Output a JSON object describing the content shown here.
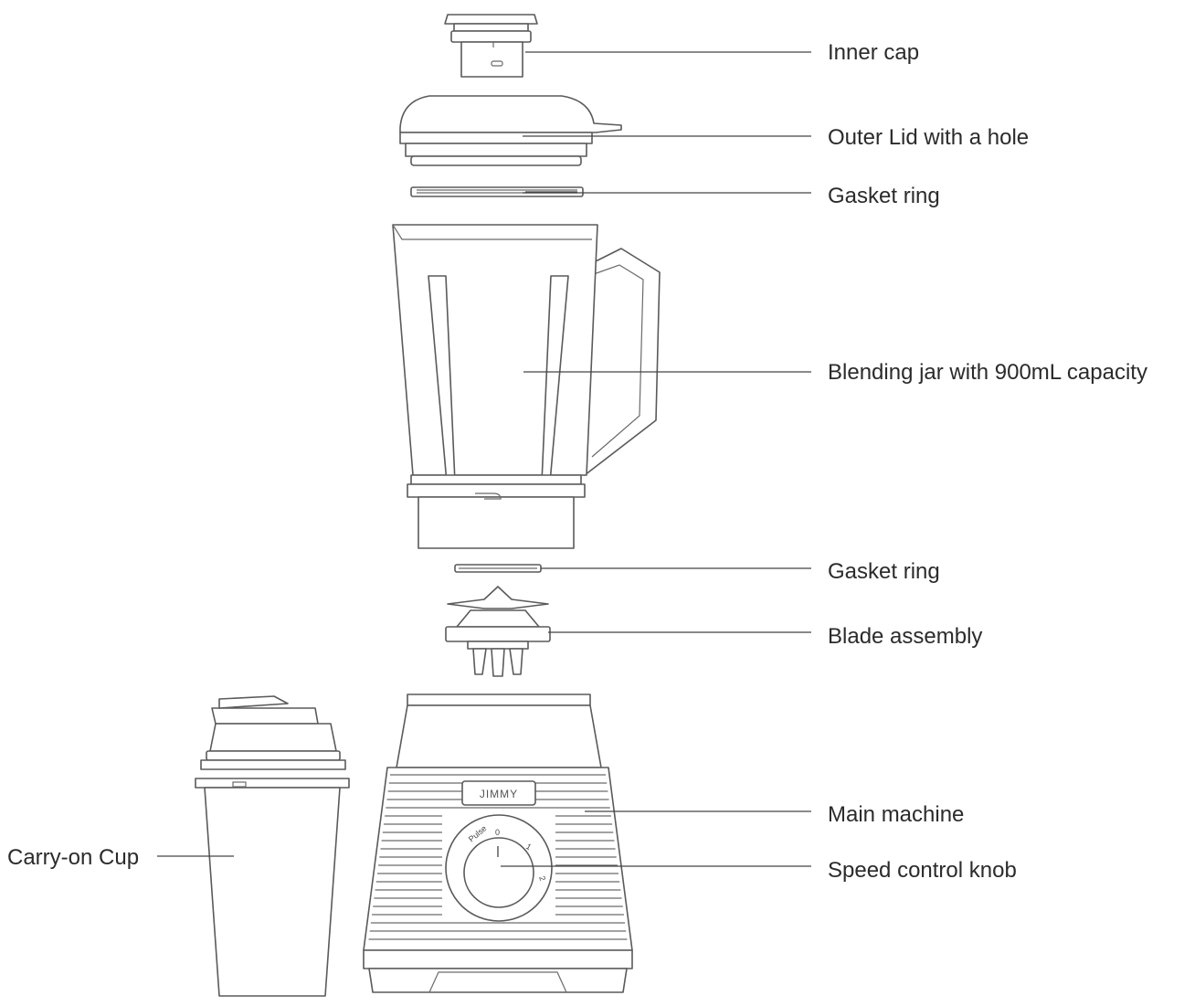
{
  "labels": {
    "inner_cap": "Inner cap",
    "outer_lid": "Outer Lid with a hole",
    "gasket_ring_top": "Gasket ring",
    "blending_jar": "Blending jar with 900mL capacity",
    "gasket_ring_bottom": "Gasket ring",
    "blade_assembly": "Blade assembly",
    "main_machine": "Main machine",
    "speed_control_knob": "Speed control knob",
    "carry_on_cup": "Carry-on Cup"
  },
  "brand": {
    "logo_text": "JIMMY"
  },
  "knob": {
    "marks": [
      "Pulse",
      "0",
      "1",
      "2"
    ]
  },
  "colors": {
    "line": "#5a5a5a",
    "text": "#2b2b2b",
    "background": "#ffffff"
  }
}
